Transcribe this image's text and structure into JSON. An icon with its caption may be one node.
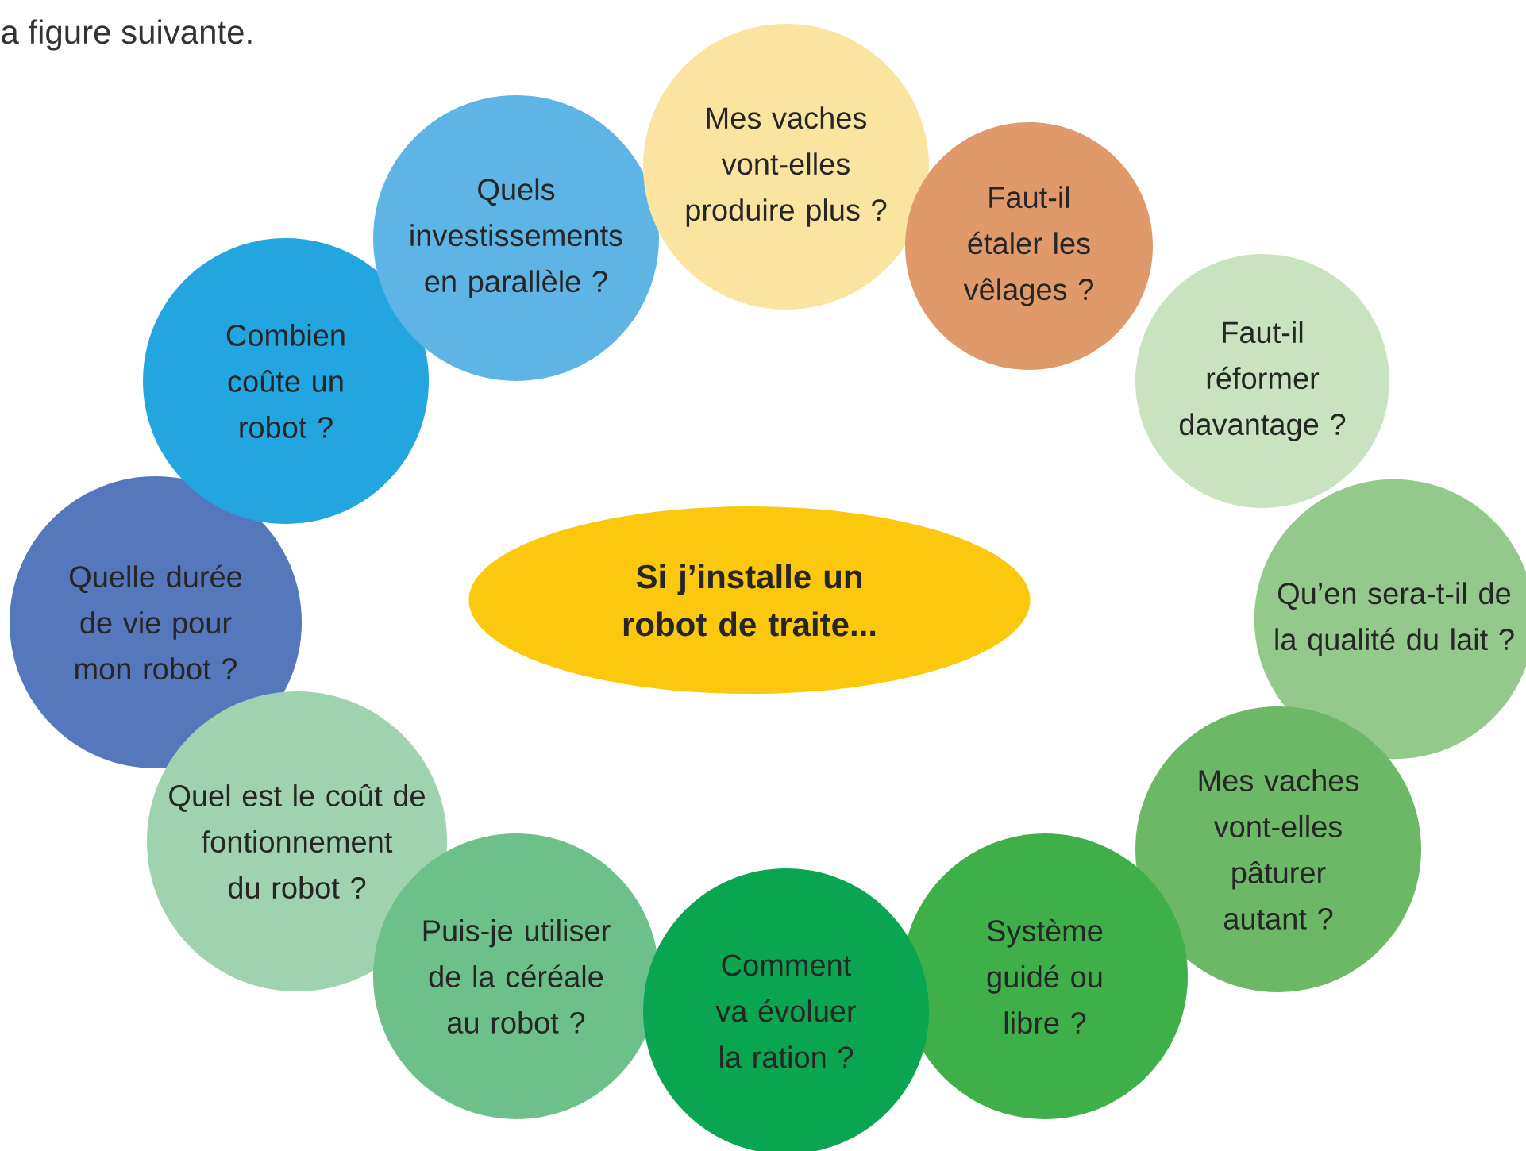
{
  "diagram": {
    "nodes": [
      {
        "text": [
          "Mes vaches vont-elles produire plus ?"
        ]
      },
      {
        "text": [
          "Quels investissements en parallèle ?"
        ]
      },
      {
        "text": [
          "Faut-il étaler les vêlages ?"
        ]
      },
      {
        "text": [
          "Combien coûte un robot ?"
        ]
      },
      {
        "text": [
          "Faut-il réformer davantage ?"
        ]
      },
      {
        "text": [
          "Quelle durée de vie pour mon robot ?"
        ]
      },
      {
        "text": [
          "Si j’installe un robot de traite..."
        ]
      },
      {
        "text": [
          "Qu’en sera-t-il de la qualité du lait ?"
        ]
      },
      {
        "text": [
          "Quel est le coût de fontionnement du robot ?"
        ]
      },
      {
        "text": [
          "Mes vaches vont-elles pâturer autant ?"
        ]
      },
      {
        "text": [
          "Puis-je utiliser de la céréale au robot ?"
        ]
      },
      {
        "text": [
          "Système guidé ou libre ?"
        ]
      },
      {
        "text": [
          "Comment va évoluer la ration ?"
        ]
      }
    ],
    "labels": [
      "a figure suivante."
    ]
  }
}
